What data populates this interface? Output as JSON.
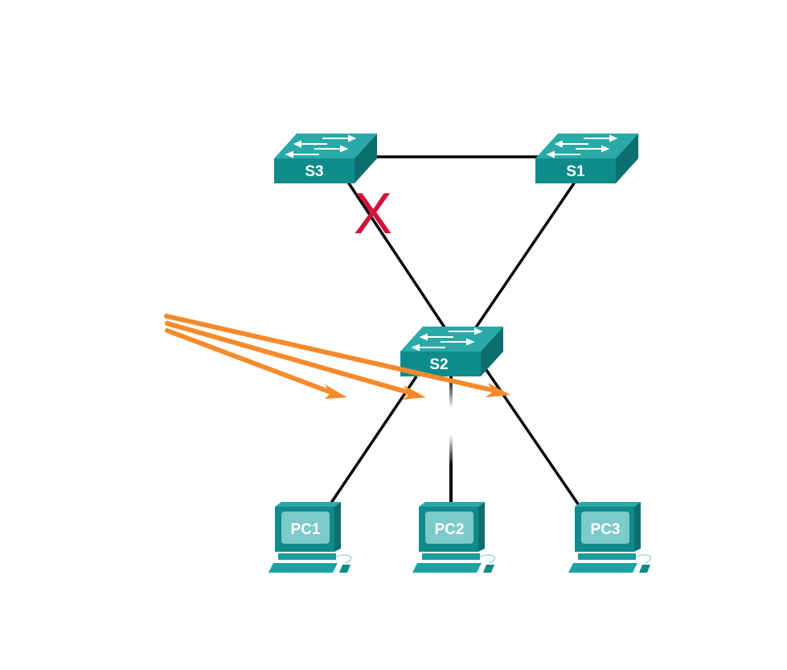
{
  "diagram": {
    "title": "",
    "colors": {
      "link": "#000000",
      "device_face": "#0f8b8b",
      "device_top": "#2aa9a9",
      "device_side": "#0b6f6f",
      "screen": "#7ccaca",
      "blocked_marker": "#d0143c",
      "traffic_arrow": "#f58a2a"
    },
    "switches": [
      {
        "id": "S3",
        "label": "S3"
      },
      {
        "id": "S1",
        "label": "S1"
      },
      {
        "id": "S2",
        "label": "S2"
      }
    ],
    "pcs": [
      {
        "id": "PC1",
        "label": "PC1"
      },
      {
        "id": "PC2",
        "label": "PC2"
      },
      {
        "id": "PC3",
        "label": "PC3"
      }
    ],
    "links": [
      {
        "from": "S3",
        "to": "S1",
        "state": "forwarding"
      },
      {
        "from": "S3",
        "to": "S2",
        "state": "blocked"
      },
      {
        "from": "S1",
        "to": "S2",
        "state": "forwarding"
      },
      {
        "from": "S2",
        "to": "PC1",
        "state": "forwarding"
      },
      {
        "from": "S2",
        "to": "PC2",
        "state": "forwarding"
      },
      {
        "from": "S2",
        "to": "PC3",
        "state": "forwarding"
      }
    ],
    "blocked_marker": {
      "symbol": "X",
      "link": "S3-S2"
    },
    "traffic_arrows": [
      {
        "target": "PC1 link"
      },
      {
        "target": "PC2 link"
      },
      {
        "target": "PC3 link"
      }
    ]
  }
}
